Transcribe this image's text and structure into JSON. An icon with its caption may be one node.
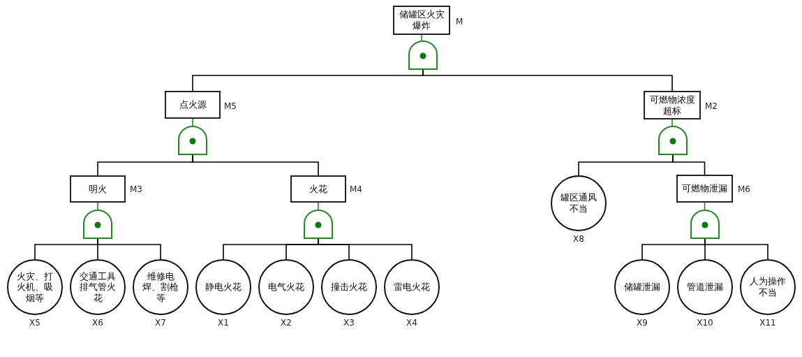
{
  "diagram": {
    "nodes": [
      {
        "text": [
          "储罐区火灾爆炸"
        ],
        "beside": [
          "M"
        ]
      },
      {
        "text": [],
        "shape": "gate"
      },
      {
        "text": [
          "点火源"
        ],
        "beside": [
          "M5"
        ]
      },
      {
        "text": [
          "可燃物浓度超标"
        ],
        "beside": [
          "M2"
        ]
      },
      {
        "text": [],
        "shape": "gate"
      },
      {
        "text": [],
        "shape": "gate"
      },
      {
        "text": [
          "明火"
        ],
        "beside": [
          "M3"
        ]
      },
      {
        "text": [
          "火花"
        ],
        "beside": [
          "M4"
        ]
      },
      {
        "text": [
          "罐区通风不当"
        ],
        "beside": [
          "X8"
        ]
      },
      {
        "text": [
          "可燃物泄漏"
        ],
        "beside": [
          "M6"
        ]
      },
      {
        "text": [],
        "shape": "gate"
      },
      {
        "text": [],
        "shape": "gate"
      },
      {
        "text": [],
        "shape": "gate"
      },
      {
        "text": [
          "火灾、打火机、吸烟等"
        ],
        "beside": [
          "X5"
        ]
      },
      {
        "text": [
          "交通工具排气管火花"
        ],
        "beside": [
          "X6"
        ]
      },
      {
        "text": [
          "维修电焊、割枪等"
        ],
        "beside": [
          "X7"
        ]
      },
      {
        "text": [
          "静电火花"
        ],
        "beside": [
          "X1"
        ]
      },
      {
        "text": [
          "电气火花"
        ],
        "beside": [
          "X2"
        ]
      },
      {
        "text": [
          "撞击火花"
        ],
        "beside": [
          "X3"
        ]
      },
      {
        "text": [
          "雷电火花"
        ],
        "beside": [
          "X4"
        ]
      },
      {
        "text": [
          "储罐泄漏"
        ],
        "beside": [
          "X9"
        ]
      },
      {
        "text": [
          "管道泄漏"
        ],
        "beside": [
          "X10"
        ]
      },
      {
        "text": [
          "人为操作不当"
        ],
        "beside": [
          "X11"
        ]
      }
    ],
    "edges": [
      {
        "from": 0,
        "to": 1,
        "arrow": "none",
        "color": "#1e8c1e"
      },
      {
        "from": 1,
        "to": 2,
        "arrow": "none"
      },
      {
        "from": 1,
        "to": 3,
        "arrow": "none"
      },
      {
        "from": 2,
        "to": 4,
        "arrow": "none",
        "color": "#1e8c1e"
      },
      {
        "from": 3,
        "to": 5,
        "arrow": "none",
        "color": "#1e8c1e"
      },
      {
        "from": 4,
        "to": 6,
        "arrow": "none"
      },
      {
        "from": 4,
        "to": 7,
        "arrow": "none"
      },
      {
        "from": 5,
        "to": 8,
        "arrow": "none"
      },
      {
        "from": 5,
        "to": 9,
        "arrow": "none"
      },
      {
        "from": 6,
        "to": 10,
        "arrow": "none",
        "color": "#1e8c1e"
      },
      {
        "from": 7,
        "to": 11,
        "arrow": "none",
        "color": "#1e8c1e"
      },
      {
        "from": 9,
        "to": 12,
        "arrow": "none",
        "color": "#1e8c1e"
      },
      {
        "from": 10,
        "to": 13,
        "arrow": "none"
      },
      {
        "from": 10,
        "to": 14,
        "arrow": "none"
      },
      {
        "from": 10,
        "to": 15,
        "arrow": "none"
      },
      {
        "from": 11,
        "to": 16,
        "arrow": "none"
      },
      {
        "from": 11,
        "to": 17,
        "arrow": "none"
      },
      {
        "from": 11,
        "to": 18,
        "arrow": "none"
      },
      {
        "from": 11,
        "to": 19,
        "arrow": "none"
      },
      {
        "from": 12,
        "to": 20,
        "arrow": "none"
      },
      {
        "from": 12,
        "to": 21,
        "arrow": "none"
      },
      {
        "from": 12,
        "to": 22,
        "arrow": "none"
      }
    ]
  }
}
